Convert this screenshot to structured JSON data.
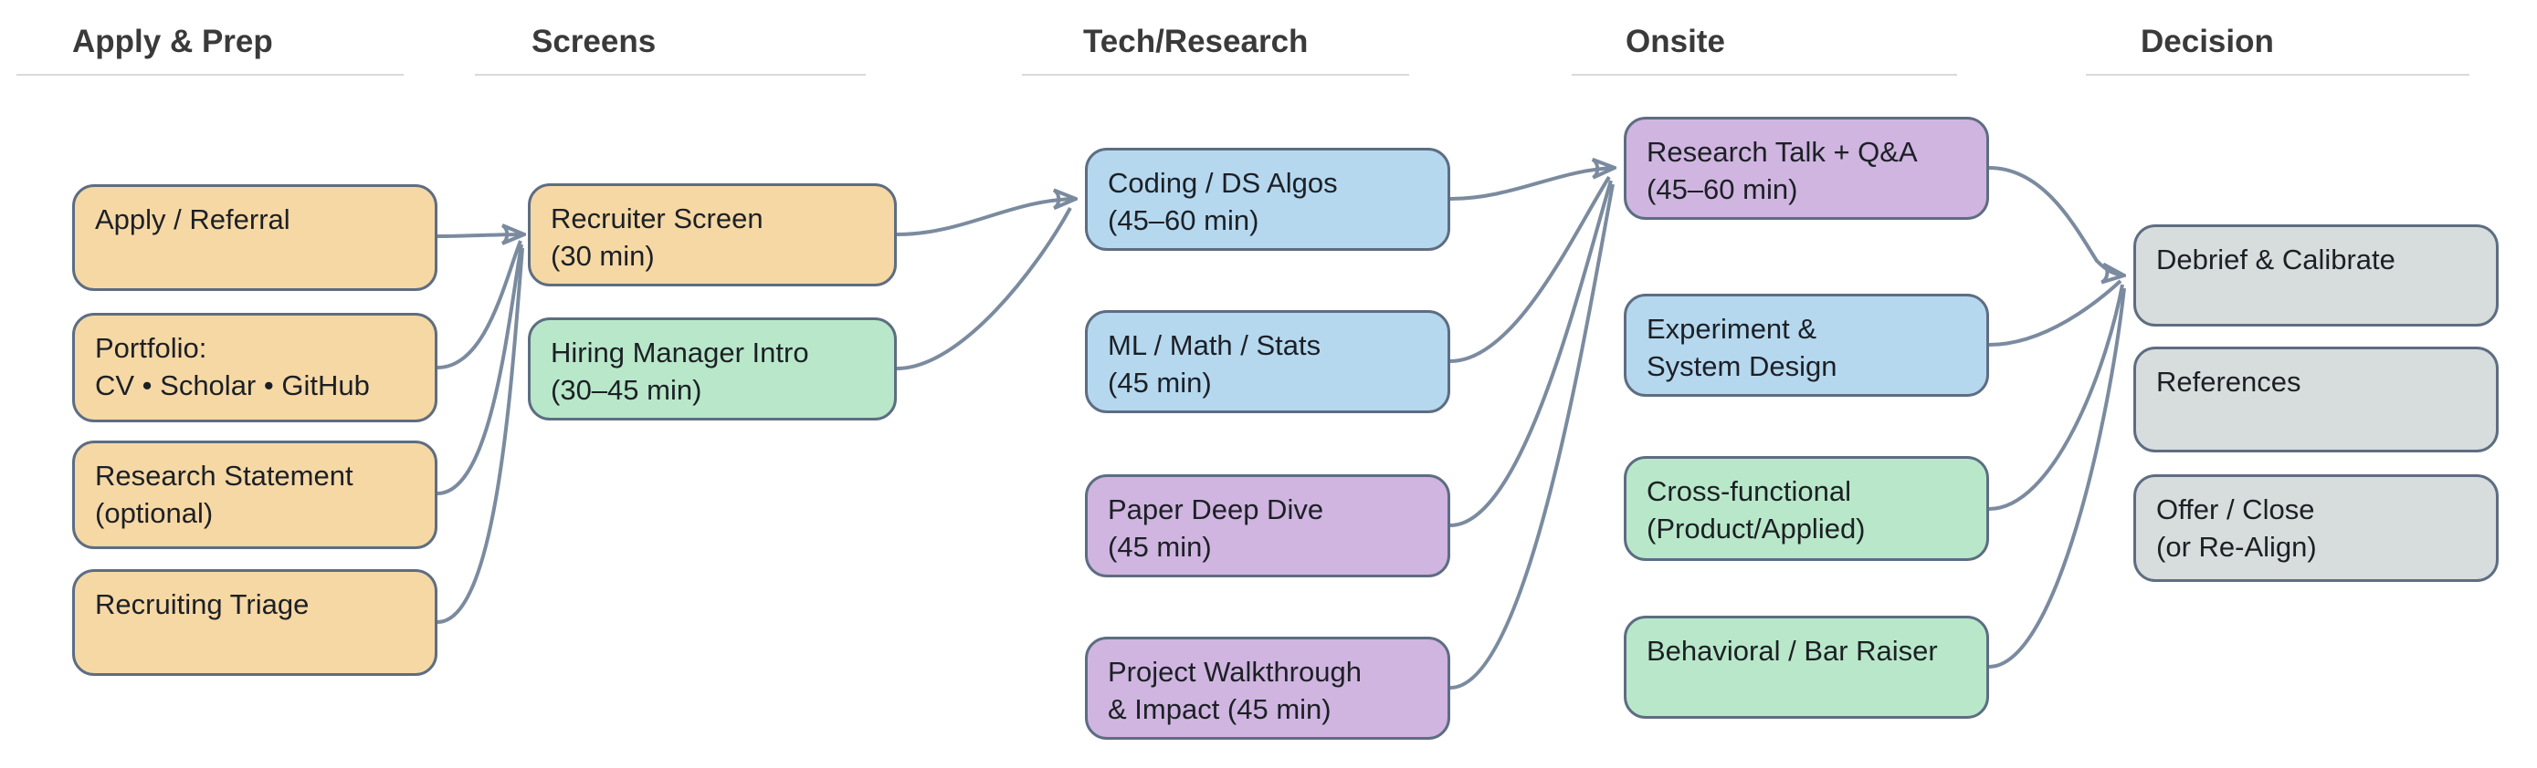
{
  "diagram_title": "",
  "columns": [
    {
      "label": "Apply & Prep",
      "nodes": [
        {
          "id": "apply-referral",
          "color": "tan",
          "lines": [
            "Apply / Referral"
          ]
        },
        {
          "id": "portfolio",
          "color": "tan",
          "lines": [
            "Portfolio:",
            "CV • Scholar • GitHub"
          ]
        },
        {
          "id": "research-statement",
          "color": "tan",
          "lines": [
            "Research Statement",
            "(optional)"
          ]
        },
        {
          "id": "recruiting-triage",
          "color": "tan",
          "lines": [
            "Recruiting Triage"
          ]
        }
      ]
    },
    {
      "label": "Screens",
      "nodes": [
        {
          "id": "recruiter-screen",
          "color": "tan",
          "lines": [
            "Recruiter Screen",
            "(30 min)"
          ]
        },
        {
          "id": "hiring-manager-intro",
          "color": "green",
          "lines": [
            "Hiring Manager Intro",
            "(30–45 min)"
          ]
        }
      ]
    },
    {
      "label": "Tech/Research",
      "nodes": [
        {
          "id": "coding-ds-algos",
          "color": "blue",
          "lines": [
            "Coding / DS Algos",
            "(45–60 min)"
          ]
        },
        {
          "id": "ml-math-stats",
          "color": "blue",
          "lines": [
            "ML / Math / Stats",
            "(45 min)"
          ]
        },
        {
          "id": "paper-deep-dive",
          "color": "purple",
          "lines": [
            "Paper Deep Dive",
            "(45 min)"
          ]
        },
        {
          "id": "project-walkthrough",
          "color": "purple",
          "lines": [
            "Project Walkthrough",
            "& Impact (45 min)"
          ]
        }
      ]
    },
    {
      "label": "Onsite",
      "nodes": [
        {
          "id": "research-talk",
          "color": "purple",
          "lines": [
            "Research Talk + Q&A",
            "(45–60 min)"
          ]
        },
        {
          "id": "experiment-design",
          "color": "blue",
          "lines": [
            "Experiment &",
            "System Design"
          ]
        },
        {
          "id": "cross-functional",
          "color": "green",
          "lines": [
            "Cross-functional",
            "(Product/Applied)"
          ]
        },
        {
          "id": "behavioral",
          "color": "green",
          "lines": [
            "Behavioral / Bar Raiser"
          ]
        }
      ]
    },
    {
      "label": "Decision",
      "nodes": [
        {
          "id": "debrief-calibrate",
          "color": "gray",
          "lines": [
            "Debrief & Calibrate"
          ]
        },
        {
          "id": "references",
          "color": "gray",
          "lines": [
            "References"
          ]
        },
        {
          "id": "offer-close",
          "color": "gray",
          "lines": [
            "Offer / Close",
            "(or Re-Align)"
          ]
        }
      ]
    }
  ],
  "edges": [
    {
      "from": "Apply / Referral",
      "to": "Recruiter Screen"
    },
    {
      "from": "Portfolio: CV • Scholar • GitHub",
      "to": "Recruiter Screen"
    },
    {
      "from": "Research Statement (optional)",
      "to": "Recruiter Screen"
    },
    {
      "from": "Recruiting Triage",
      "to": "Recruiter Screen"
    },
    {
      "from": "Recruiter Screen",
      "to": "Coding / DS Algos"
    },
    {
      "from": "Hiring Manager Intro",
      "to": "Coding / DS Algos"
    },
    {
      "from": "Coding / DS Algos",
      "to": "Research Talk + Q&A"
    },
    {
      "from": "ML / Math / Stats",
      "to": "Research Talk + Q&A"
    },
    {
      "from": "Paper Deep Dive",
      "to": "Research Talk + Q&A"
    },
    {
      "from": "Project Walkthrough & Impact",
      "to": "Research Talk + Q&A"
    },
    {
      "from": "Research Talk + Q&A",
      "to": "Debrief & Calibrate"
    },
    {
      "from": "Experiment & System Design",
      "to": "Debrief & Calibrate"
    },
    {
      "from": "Cross-functional (Product/Applied)",
      "to": "Debrief & Calibrate"
    },
    {
      "from": "Behavioral / Bar Raiser",
      "to": "Debrief & Calibrate"
    }
  ],
  "colors": {
    "background": "#ffffff",
    "node_border": "#5d6d82",
    "node_text": "#1c2025",
    "edge": "#7b8b9f",
    "header_text": "#3a3a3a",
    "header_rule": "#d9d9d9",
    "fill_tan": "#f6d8a5",
    "fill_green": "#b8e8c9",
    "fill_blue": "#b5d8ef",
    "fill_purple": "#cfb5e0",
    "fill_gray": "#d7dcdd"
  }
}
